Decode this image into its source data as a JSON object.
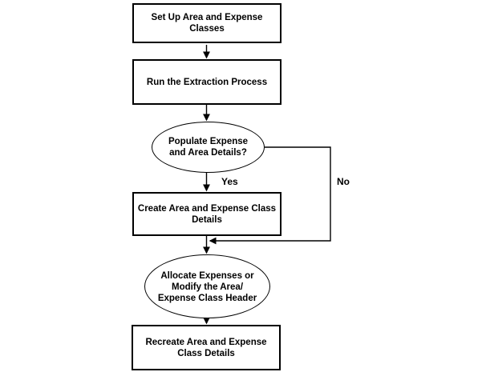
{
  "flowchart": {
    "colors": {
      "background": "#ffffff",
      "stroke": "#000000",
      "text": "#000000"
    },
    "nodes": [
      {
        "id": "setup-classes",
        "shape": "rectangle",
        "label": "Set Up Area and Expense\nClasses"
      },
      {
        "id": "run-extraction",
        "shape": "rectangle",
        "label": "Run the Extraction Process"
      },
      {
        "id": "populate-details",
        "shape": "ellipse",
        "label": "Populate Expense\nand Area Details?"
      },
      {
        "id": "create-details",
        "shape": "rectangle",
        "label": "Create Area and Expense Class\nDetails"
      },
      {
        "id": "allocate-modify",
        "shape": "ellipse",
        "label": "Allocate Expenses or\nModify the Area/\nExpense Class Header"
      },
      {
        "id": "recreate-details",
        "shape": "rectangle",
        "label": "Recreate Area and Expense\nClass Details"
      }
    ],
    "edge_labels": {
      "yes": "Yes",
      "no": "No"
    }
  }
}
